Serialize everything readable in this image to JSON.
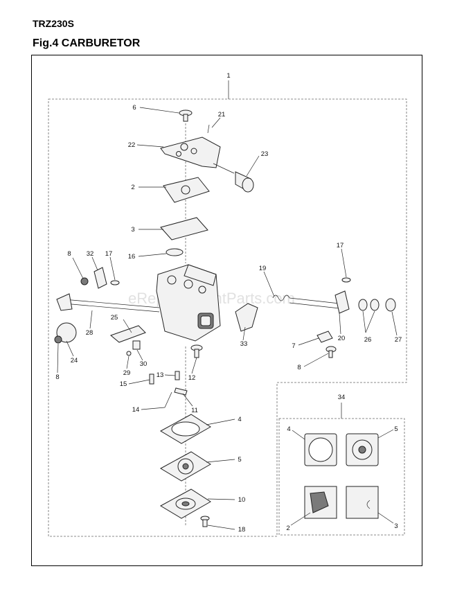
{
  "header": {
    "model": "TRZ230S",
    "figure_title": "Fig.4 CARBURETOR"
  },
  "watermark": "eReplacementParts.com",
  "callouts": {
    "c1": "1",
    "c6": "6",
    "c21": "21",
    "c22": "22",
    "c23": "23",
    "c2": "2",
    "c3": "3",
    "c16": "16",
    "c8a": "8",
    "c32": "32",
    "c17a": "17",
    "c19": "19",
    "c17b": "17",
    "c25": "25",
    "c28": "28",
    "c33": "33",
    "c26": "26",
    "c27": "27",
    "c20": "20",
    "c7": "7",
    "c8b": "8",
    "c24": "24",
    "c8c": "8",
    "c29": "29",
    "c30": "30",
    "c12": "12",
    "c13": "13",
    "c15": "15",
    "c11": "11",
    "c14": "14",
    "c4": "4",
    "c5": "5",
    "c10": "10",
    "c18": "18",
    "c34": "34",
    "k4": "4",
    "k5": "5",
    "k2": "2",
    "k3": "3"
  }
}
